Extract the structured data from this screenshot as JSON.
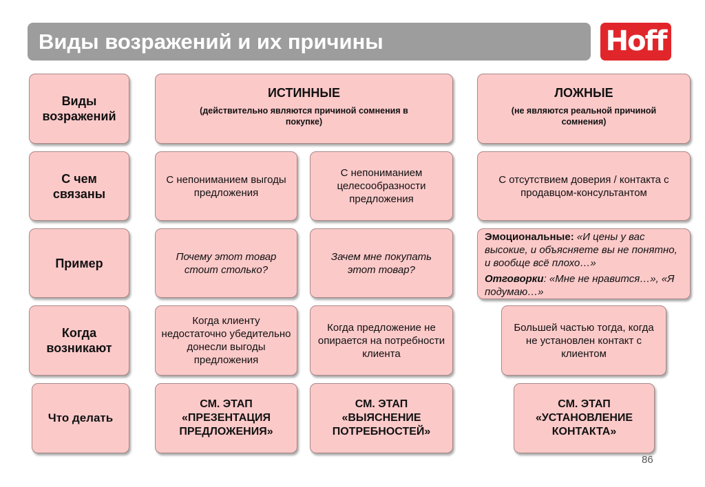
{
  "title": "Виды возражений и их причины",
  "logo": "Hoff",
  "colors": {
    "box_fill": "#fcc9c9",
    "title_bar": "#9d9d9d",
    "logo_red": "#e1262b"
  },
  "rows": {
    "types": {
      "label": "Виды возражений",
      "true_title": "ИСТИННЫЕ",
      "true_sub": "(действительно являются причиной сомнения в покупке)",
      "false_title": "ЛОЖНЫЕ",
      "false_sub": "(не являются реальной причиной сомнения)"
    },
    "related": {
      "label": "С чем связаны",
      "c1": "С непониманием выгоды предложения",
      "c2": "С непониманием целесообразности предложения",
      "c3": "С отсутствием доверия / контакта с продавцом-консультантом"
    },
    "example": {
      "label": "Пример",
      "c1": "Почему этот товар стоит столько?",
      "c2": "Зачем мне покупать этот товар?",
      "emo_label": "Эмоциональные:",
      "emo_text": "«И цены у вас высокие, и объясняете вы не понятно, и вообще всё плохо…»",
      "exc_label": "Отговорки",
      "exc_text": ": «Мне не нравится…», «Я подумаю…»"
    },
    "when": {
      "label": "Когда возникают",
      "c1": "Когда клиенту недостаточно убедительно донесли выгоды предложения",
      "c2": "Когда предложение не опирается на потребности клиента",
      "c3": "Большей частью тогда, когда не установлен контакт с клиентом"
    },
    "todo": {
      "label": "Что делать",
      "c1": "СМ. ЭТАП «ПРЕЗЕНТАЦИЯ ПРЕДЛОЖЕНИЯ»",
      "c2": "СМ. ЭТАП «ВЫЯСНЕНИЕ ПОТРЕБНОСТЕЙ»",
      "c3": "СМ. ЭТАП «УСТАНОВЛЕНИЕ КОНТАКТА»"
    }
  },
  "page_number": "86"
}
